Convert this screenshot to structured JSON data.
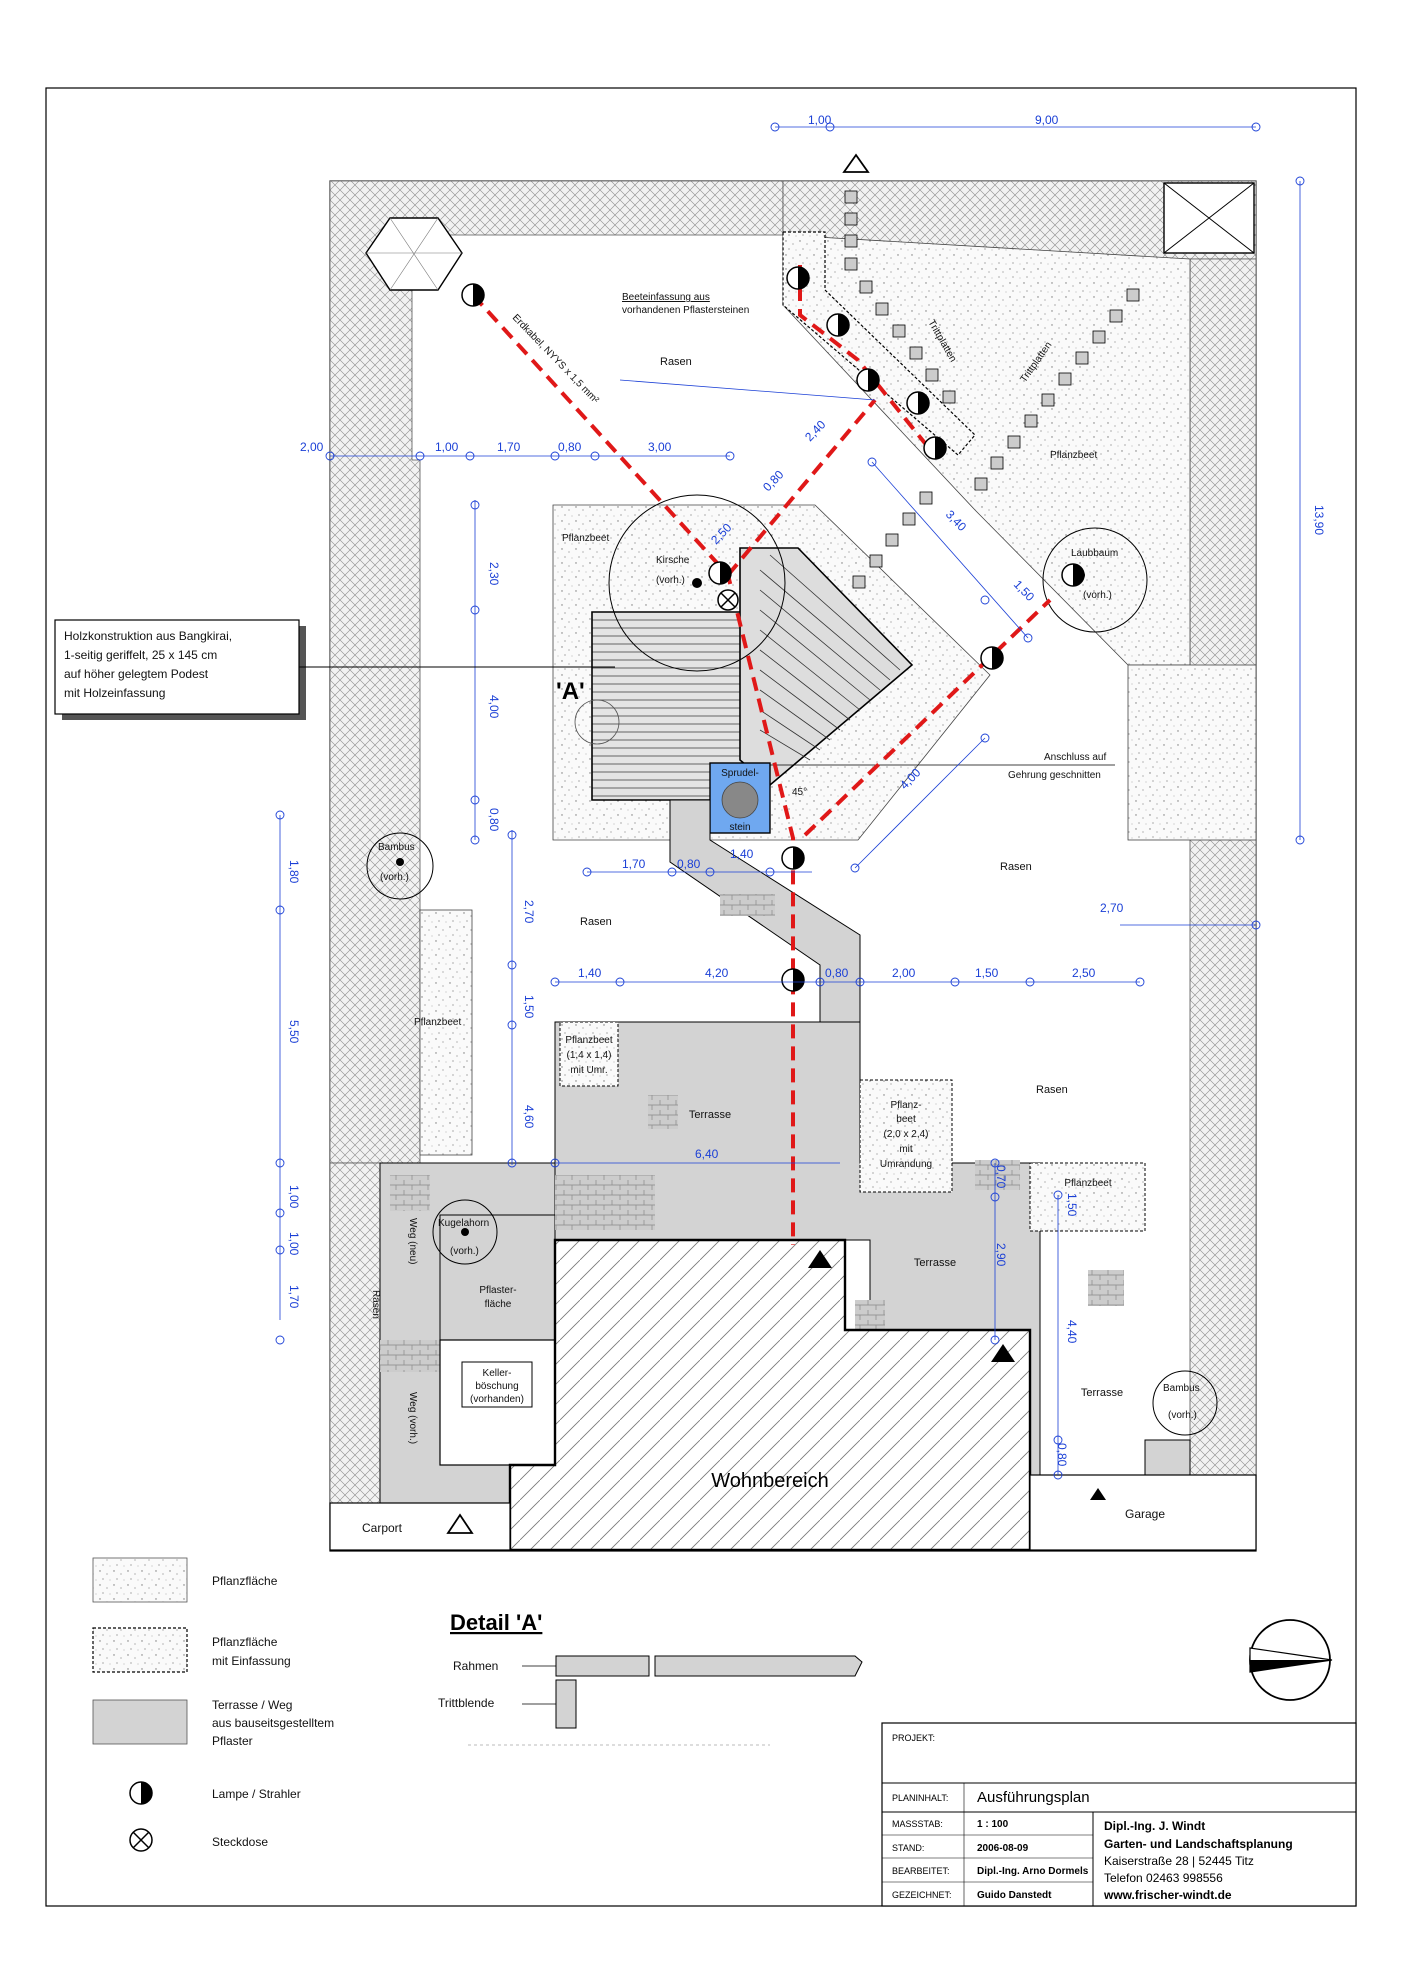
{
  "labels": {
    "rasen": "Rasen",
    "pflanzbeet": "Pflanzbeet",
    "terrasse": "Terrasse",
    "pflasterflaeche_1": "Pflaster-",
    "pflasterflaeche_2": "fläche",
    "weg_neu": "Weg (neu)",
    "weg_vorh": "Weg (vorh.)",
    "keller_1": "Keller-",
    "keller_2": "böschung",
    "keller_3": "(vorhanden)",
    "wohnbereich": "Wohnbereich",
    "carport": "Carport",
    "garage": "Garage",
    "trittplatten": "Trittplatten",
    "beeteinfassung_1": "Beeteinfassung aus",
    "beeteinfassung_2": "vorhandenen Pflastersteinen",
    "erdkabel": "Erdkabel, NYYS x 1,5 mm²",
    "kirsche": "Kirsche",
    "vorh": "(vorh.)",
    "laubbaum": "Laubbaum",
    "bambus": "Bambus",
    "kugelahorn": "Kugelahorn",
    "sprudel_1": "Sprudel-",
    "sprudel_2": "stein",
    "anschluss_1": "Anschluss auf",
    "anschluss_2": "Gehrung geschnitten",
    "angle": "45°",
    "detail_marker": "'A'",
    "pflanzbeet_small_1": "Pflanzbeet",
    "pflanzbeet_small_2": "(1,4 x 1,4)",
    "pflanzbeet_small_3": "mit Umr.",
    "pflanzbeet_mid_1": "Pflanz-",
    "pflanzbeet_mid_2": "beet",
    "pflanzbeet_mid_3": "(2,0 x 2,4)",
    "pflanzbeet_mid_4": "mit",
    "pflanzbeet_mid_5": "Umrandung"
  },
  "callout": {
    "line1": "Holzkonstruktion aus Bangkirai,",
    "line2": "1-seitig geriffelt, 25 x 145 cm",
    "line3": "auf höher gelegtem Podest",
    "line4": "mit Holzeinfassung"
  },
  "dimensions": {
    "top_a": "1,00",
    "top_b": "9,00",
    "h1_a": "2,00",
    "h1_b": "1,00",
    "h1_c": "1,70",
    "h1_d": "0,80",
    "h1_e": "3,00",
    "v1_a": "2,30",
    "v1_b": "4,00",
    "v1_c": "0,80",
    "diag_a": "2,40",
    "diag_b": "0,80",
    "diag_c": "2,50",
    "diag_d": "3,40",
    "diag_e": "1,50",
    "diag_f": "4,00",
    "right_total": "13,90",
    "h2_a": "1,70",
    "h2_b": "0,80",
    "h2_c": "1,40",
    "left_a": "1,80",
    "left_b": "5,50",
    "left_c": "1,00",
    "left_d": "1,00",
    "left_e": "1,70",
    "v2_a": "2,70",
    "v2_b": "1,50",
    "v2_c": "4,60",
    "h3_a": "1,40",
    "h3_b": "4,20",
    "h3_c": "0,80",
    "h3_d": "2,00",
    "h3_e": "1,50",
    "h3_f": "2,50",
    "right_270": "2,70",
    "h4": "6,40",
    "v3_a": "0,70",
    "v3_b": "2,90",
    "v3_c": "1,50",
    "v3_d": "4,40",
    "v3_e": "0,80"
  },
  "legend": {
    "pflanzflaeche": "Pflanzfläche",
    "mit_einfassung_1": "Pflanzfläche",
    "mit_einfassung_2": "mit Einfassung",
    "terrasse_1": "Terrasse / Weg",
    "terrasse_2": "aus bauseitsgestelltem",
    "terrasse_3": "Pflaster",
    "lampe": "Lampe / Strahler",
    "steckdose": "Steckdose"
  },
  "detail": {
    "title": "Detail 'A'",
    "rahmen": "Rahmen",
    "trittblende": "Trittblende"
  },
  "title_block": {
    "projekt_label": "PROJEKT:",
    "planinhalt_label": "PLANINHALT:",
    "planinhalt_value": "Ausführungsplan",
    "massstab_label": "MASSSTAB:",
    "massstab_value": "1 : 100",
    "stand_label": "STAND:",
    "stand_value": "2006-08-09",
    "bearbeitet_label": "BEARBEITET:",
    "bearbeitet_value": "Dipl.-Ing. Arno Dormels",
    "gezeichnet_label": "GEZEICHNET:",
    "gezeichnet_value": "Guido Danstedt",
    "office_1": "Dipl.-Ing. J. Windt",
    "office_2": "Garten- und Landschaftsplanung",
    "office_3": "Kaiserstraße 28  |  52445 Titz",
    "office_4": "Telefon  02463 998556",
    "office_5": "www.frischer-windt.de"
  }
}
